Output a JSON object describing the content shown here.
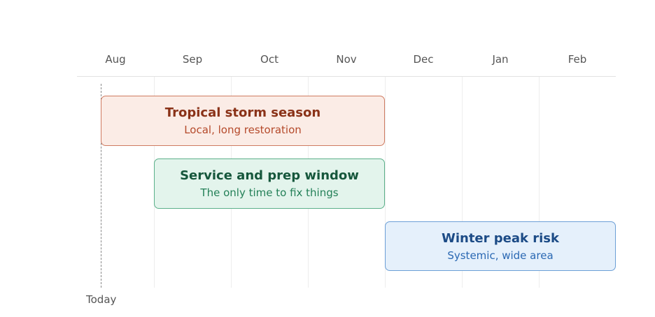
{
  "timeline": {
    "months": [
      "Aug",
      "Sep",
      "Oct",
      "Nov",
      "Dec",
      "Jan",
      "Feb"
    ],
    "today_label": "Today",
    "bars": [
      {
        "id": "storm",
        "title": "Tropical storm season",
        "subtitle": "Local, long restoration",
        "start": "Aug",
        "end": "Nov",
        "color": "#fbece6"
      },
      {
        "id": "service",
        "title": "Service and prep window",
        "subtitle": "The only time to fix things",
        "start": "Sep",
        "end": "Nov",
        "color": "#e3f4ec"
      },
      {
        "id": "winter",
        "title": "Winter peak risk",
        "subtitle": "Systemic, wide area",
        "start": "Dec",
        "end": "Feb",
        "color": "#e5f0fb"
      }
    ]
  }
}
